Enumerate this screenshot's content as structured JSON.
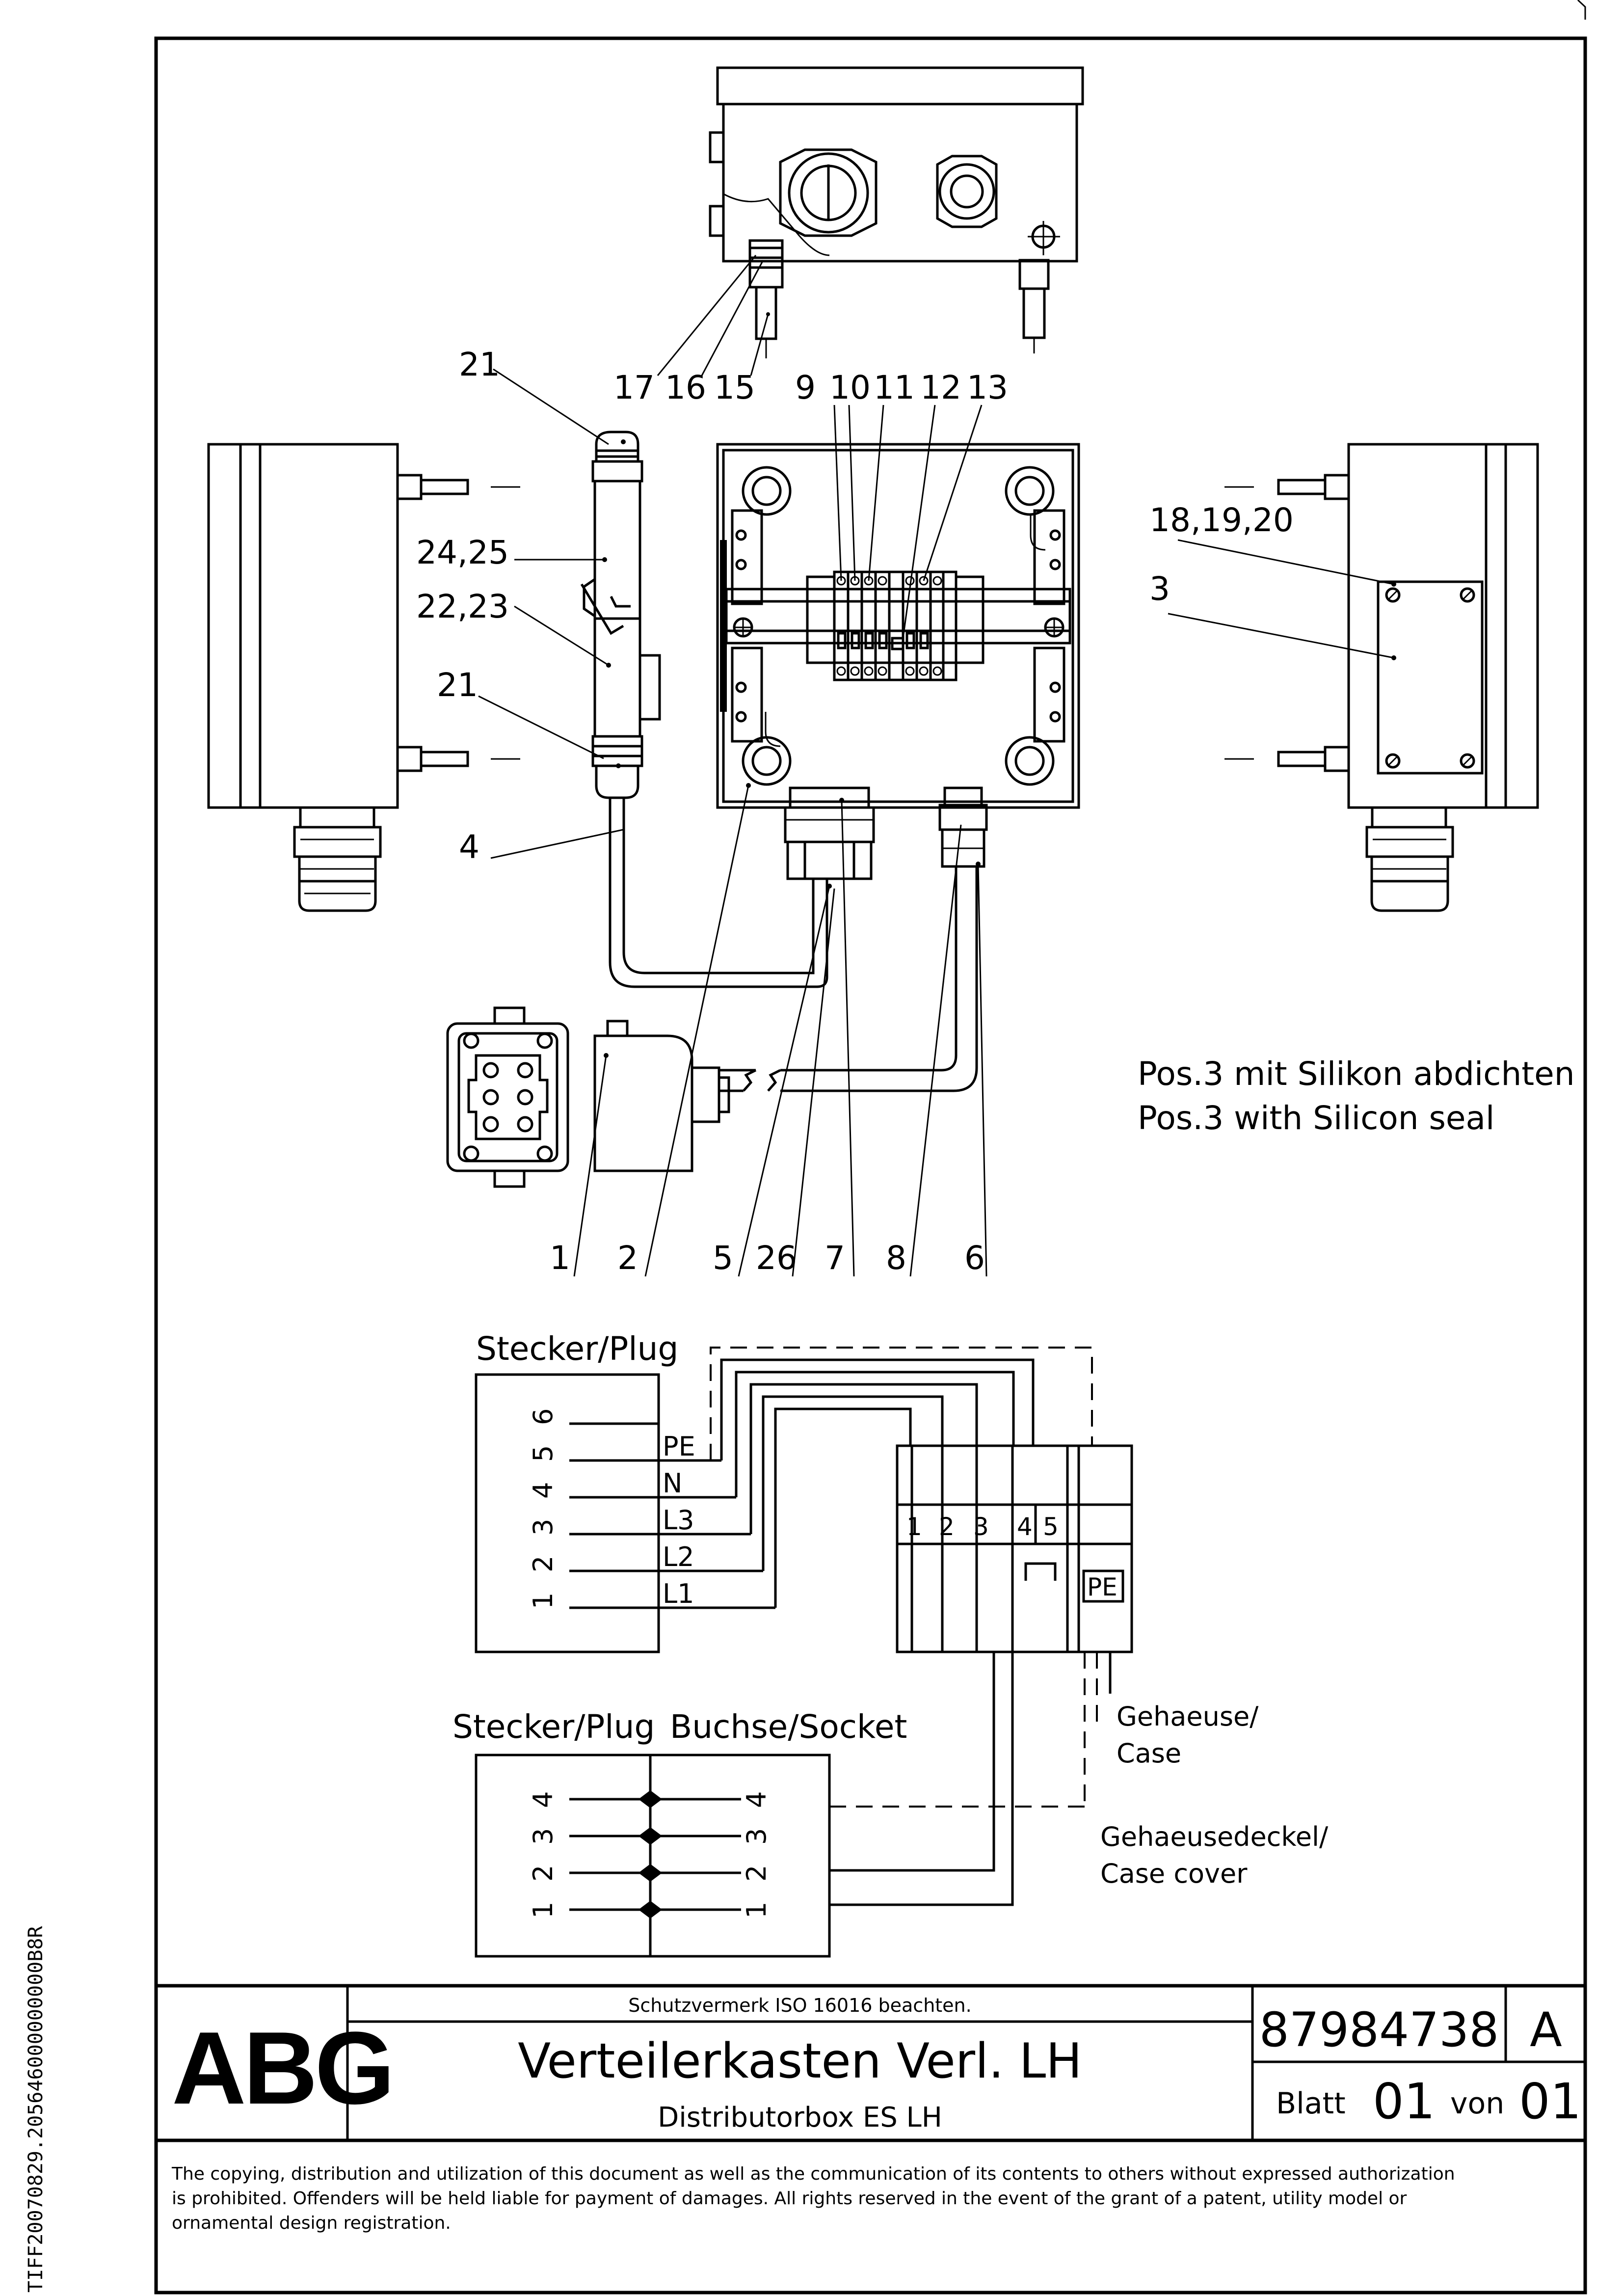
{
  "side_id": "TIFF20070829.205646000000000B8R",
  "callouts": {
    "c21a": "21",
    "c17": "17",
    "c16": "16",
    "c15": "15",
    "c9": "9",
    "c10": "10",
    "c11": "11",
    "c12": "12",
    "c13": "13",
    "c24_25": "24,25",
    "c22_23": "22,23",
    "c21b": "21",
    "c4": "4",
    "c18_19_20": "18,19,20",
    "c3": "3",
    "c1": "1",
    "c2": "2",
    "c5": "5",
    "c26": "26",
    "c7": "7",
    "c8": "8",
    "c6": "6"
  },
  "notes": {
    "de": "Pos.3 mit Silikon abdichten",
    "en": "Pos.3 with Silicon seal"
  },
  "schematic": {
    "plug_title": "Stecker/Plug",
    "plug_pins": [
      "6",
      "5",
      "4",
      "3",
      "2",
      "1"
    ],
    "wires": [
      "PE",
      "N",
      "L3",
      "L2",
      "L1"
    ],
    "terminals": [
      "1",
      "2",
      "3",
      "4",
      "5"
    ],
    "pe_terminal": "PE",
    "plug2_title": "Stecker/Plug",
    "socket_title": "Buchse/Socket",
    "plug2_pins": [
      "4",
      "3",
      "2",
      "1"
    ],
    "socket_pins": [
      "4",
      "3",
      "2",
      "1"
    ],
    "case_label": [
      "Gehaeuse/",
      "Case"
    ],
    "case_cover_label": [
      "Gehaeusedeckel/",
      "Case cover"
    ]
  },
  "title_block": {
    "logo": "ABG",
    "protection_note": "Schutzvermerk ISO 16016 beachten.",
    "title_de": "Verteilerkasten Verl. LH",
    "title_en": "Distributorbox ES LH",
    "drawing_number": "87984738",
    "revision": "A",
    "sheet_label": "Blatt",
    "sheet_number": "01",
    "of_label": "von",
    "sheet_total": "01",
    "copyright_lines": [
      "The copying, distribution and utilization of this document as well as the communication of its contents to others without expressed authorization",
      "is prohibited. Offenders will be held liable for payment of damages. All rights reserved in the event of the grant of a patent, utility model or",
      "ornamental design registration."
    ]
  }
}
